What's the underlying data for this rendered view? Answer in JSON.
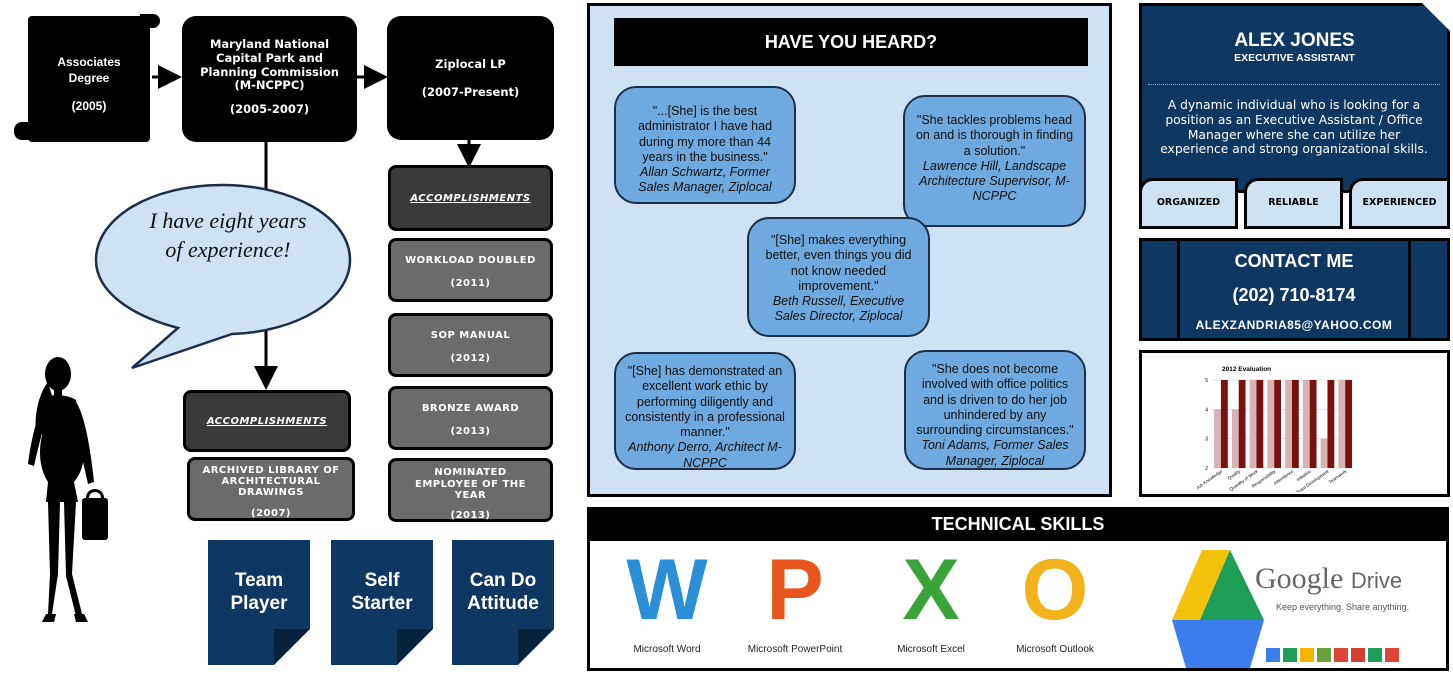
{
  "timeline": {
    "associates": {
      "line1": "Associates",
      "line2": "Degree",
      "year": "(2005)"
    },
    "mncppc": {
      "lines": [
        "Maryland National",
        "Capital Park and",
        "Planning Commission",
        "(M-NCPPC)"
      ],
      "year": "(2005-2007)"
    },
    "ziplocal": {
      "name": "Ziplocal LP",
      "year": "(2007-Present)"
    }
  },
  "speech": {
    "line1": "I have eight years",
    "line2": "of experience!"
  },
  "mncppc_accomplishments": {
    "heading": "ACCOMPLISHMENTS",
    "items": [
      {
        "title": "ARCHIVED LIBRARY OF ARCHITECTURAL DRAWINGS",
        "year": "(2007)"
      }
    ]
  },
  "ziplocal_accomplishments": {
    "heading": "ACCOMPLISHMENTS",
    "items": [
      {
        "title": "WORKLOAD DOUBLED",
        "year": "(2011)"
      },
      {
        "title": "SOP MANUAL",
        "year": "(2012)"
      },
      {
        "title": "BRONZE AWARD",
        "year": "(2013)"
      },
      {
        "title": "NOMINATED EMPLOYEE OF THE YEAR",
        "year": "(2013)"
      }
    ]
  },
  "traits": [
    {
      "line1": "Team",
      "line2": "Player"
    },
    {
      "line1": "Self",
      "line2": "Starter"
    },
    {
      "line1": "Can Do",
      "line2": "Attitude"
    }
  ],
  "testimonials": {
    "heading": "HAVE YOU HEARD?",
    "quotes": [
      {
        "text": "\"...[She] is the best administrator I have had during my more than 44 years in the business.\"",
        "author": "Allan Schwartz, Former Sales Manager, Ziplocal"
      },
      {
        "text": "\"She tackles problems head on and is thorough in finding a solution.\"",
        "author": "Lawrence Hill, Landscape Architecture Supervisor, M-NCPPC"
      },
      {
        "text": "\"[She] makes everything better, even things you did not know needed improvement.\"",
        "author": "Beth Russell, Executive Sales Director, Ziplocal"
      },
      {
        "text": "\"[She] has demonstrated an excellent work ethic by performing diligently and consistently in a professional manner.\"",
        "author": "Anthony Derro, Architect M-NCPPC"
      },
      {
        "text": "\"She does not become involved with office politics and is driven to do her job unhindered by any surrounding circumstances.\"",
        "author": "Toni Adams, Former Sales Manager, Ziplocal"
      }
    ]
  },
  "profile": {
    "name": "ALEX JONES",
    "title": "EXECUTIVE ASSISTANT",
    "summary": "A dynamic individual who is looking for a position as an Executive Assistant / Office Manager where she can utilize her experience and strong organizational skills."
  },
  "qualities": [
    "ORGANIZED",
    "RELIABLE",
    "EXPERIENCED"
  ],
  "contact": {
    "heading": "CONTACT ME",
    "phone": "(202) 710-8174",
    "email": "ALEXZANDRIA85@YAHOO.COM"
  },
  "evaluation": {
    "chart_data": {
      "type": "bar",
      "title": "2012 Evaluation",
      "categories": [
        "Job Knowledge",
        "Quality",
        "Quantity of Work",
        "Responsibility",
        "Attendance",
        "Initiative",
        "Team Development",
        "Teamwork"
      ],
      "series": [
        {
          "values": [
            4,
            4,
            5,
            5,
            5,
            5,
            3,
            5
          ],
          "color": "#d9b3b3"
        },
        {
          "values": [
            5,
            5,
            5,
            5,
            5,
            5,
            5,
            5
          ],
          "color": "#7a1010"
        }
      ],
      "ylim": [
        2,
        5
      ],
      "yticks": [
        2,
        3,
        4,
        5
      ]
    }
  },
  "skills": {
    "heading": "TECHNICAL SKILLS",
    "apps": [
      {
        "label": "Microsoft Word",
        "glyph": "W",
        "color": "#2a8fd6",
        "icon": "word-icon"
      },
      {
        "label": "Microsoft PowerPoint",
        "glyph": "P",
        "color": "#e8561f",
        "icon": "powerpoint-icon"
      },
      {
        "label": "Microsoft Excel",
        "glyph": "X",
        "color": "#3aa33a",
        "icon": "excel-icon"
      },
      {
        "label": "Microsoft Outlook",
        "glyph": "O",
        "color": "#f2b21b",
        "icon": "outlook-icon"
      }
    ],
    "drive": {
      "brand": "Google",
      "product": "Drive",
      "tagline": "Keep everything. Share anything."
    }
  }
}
